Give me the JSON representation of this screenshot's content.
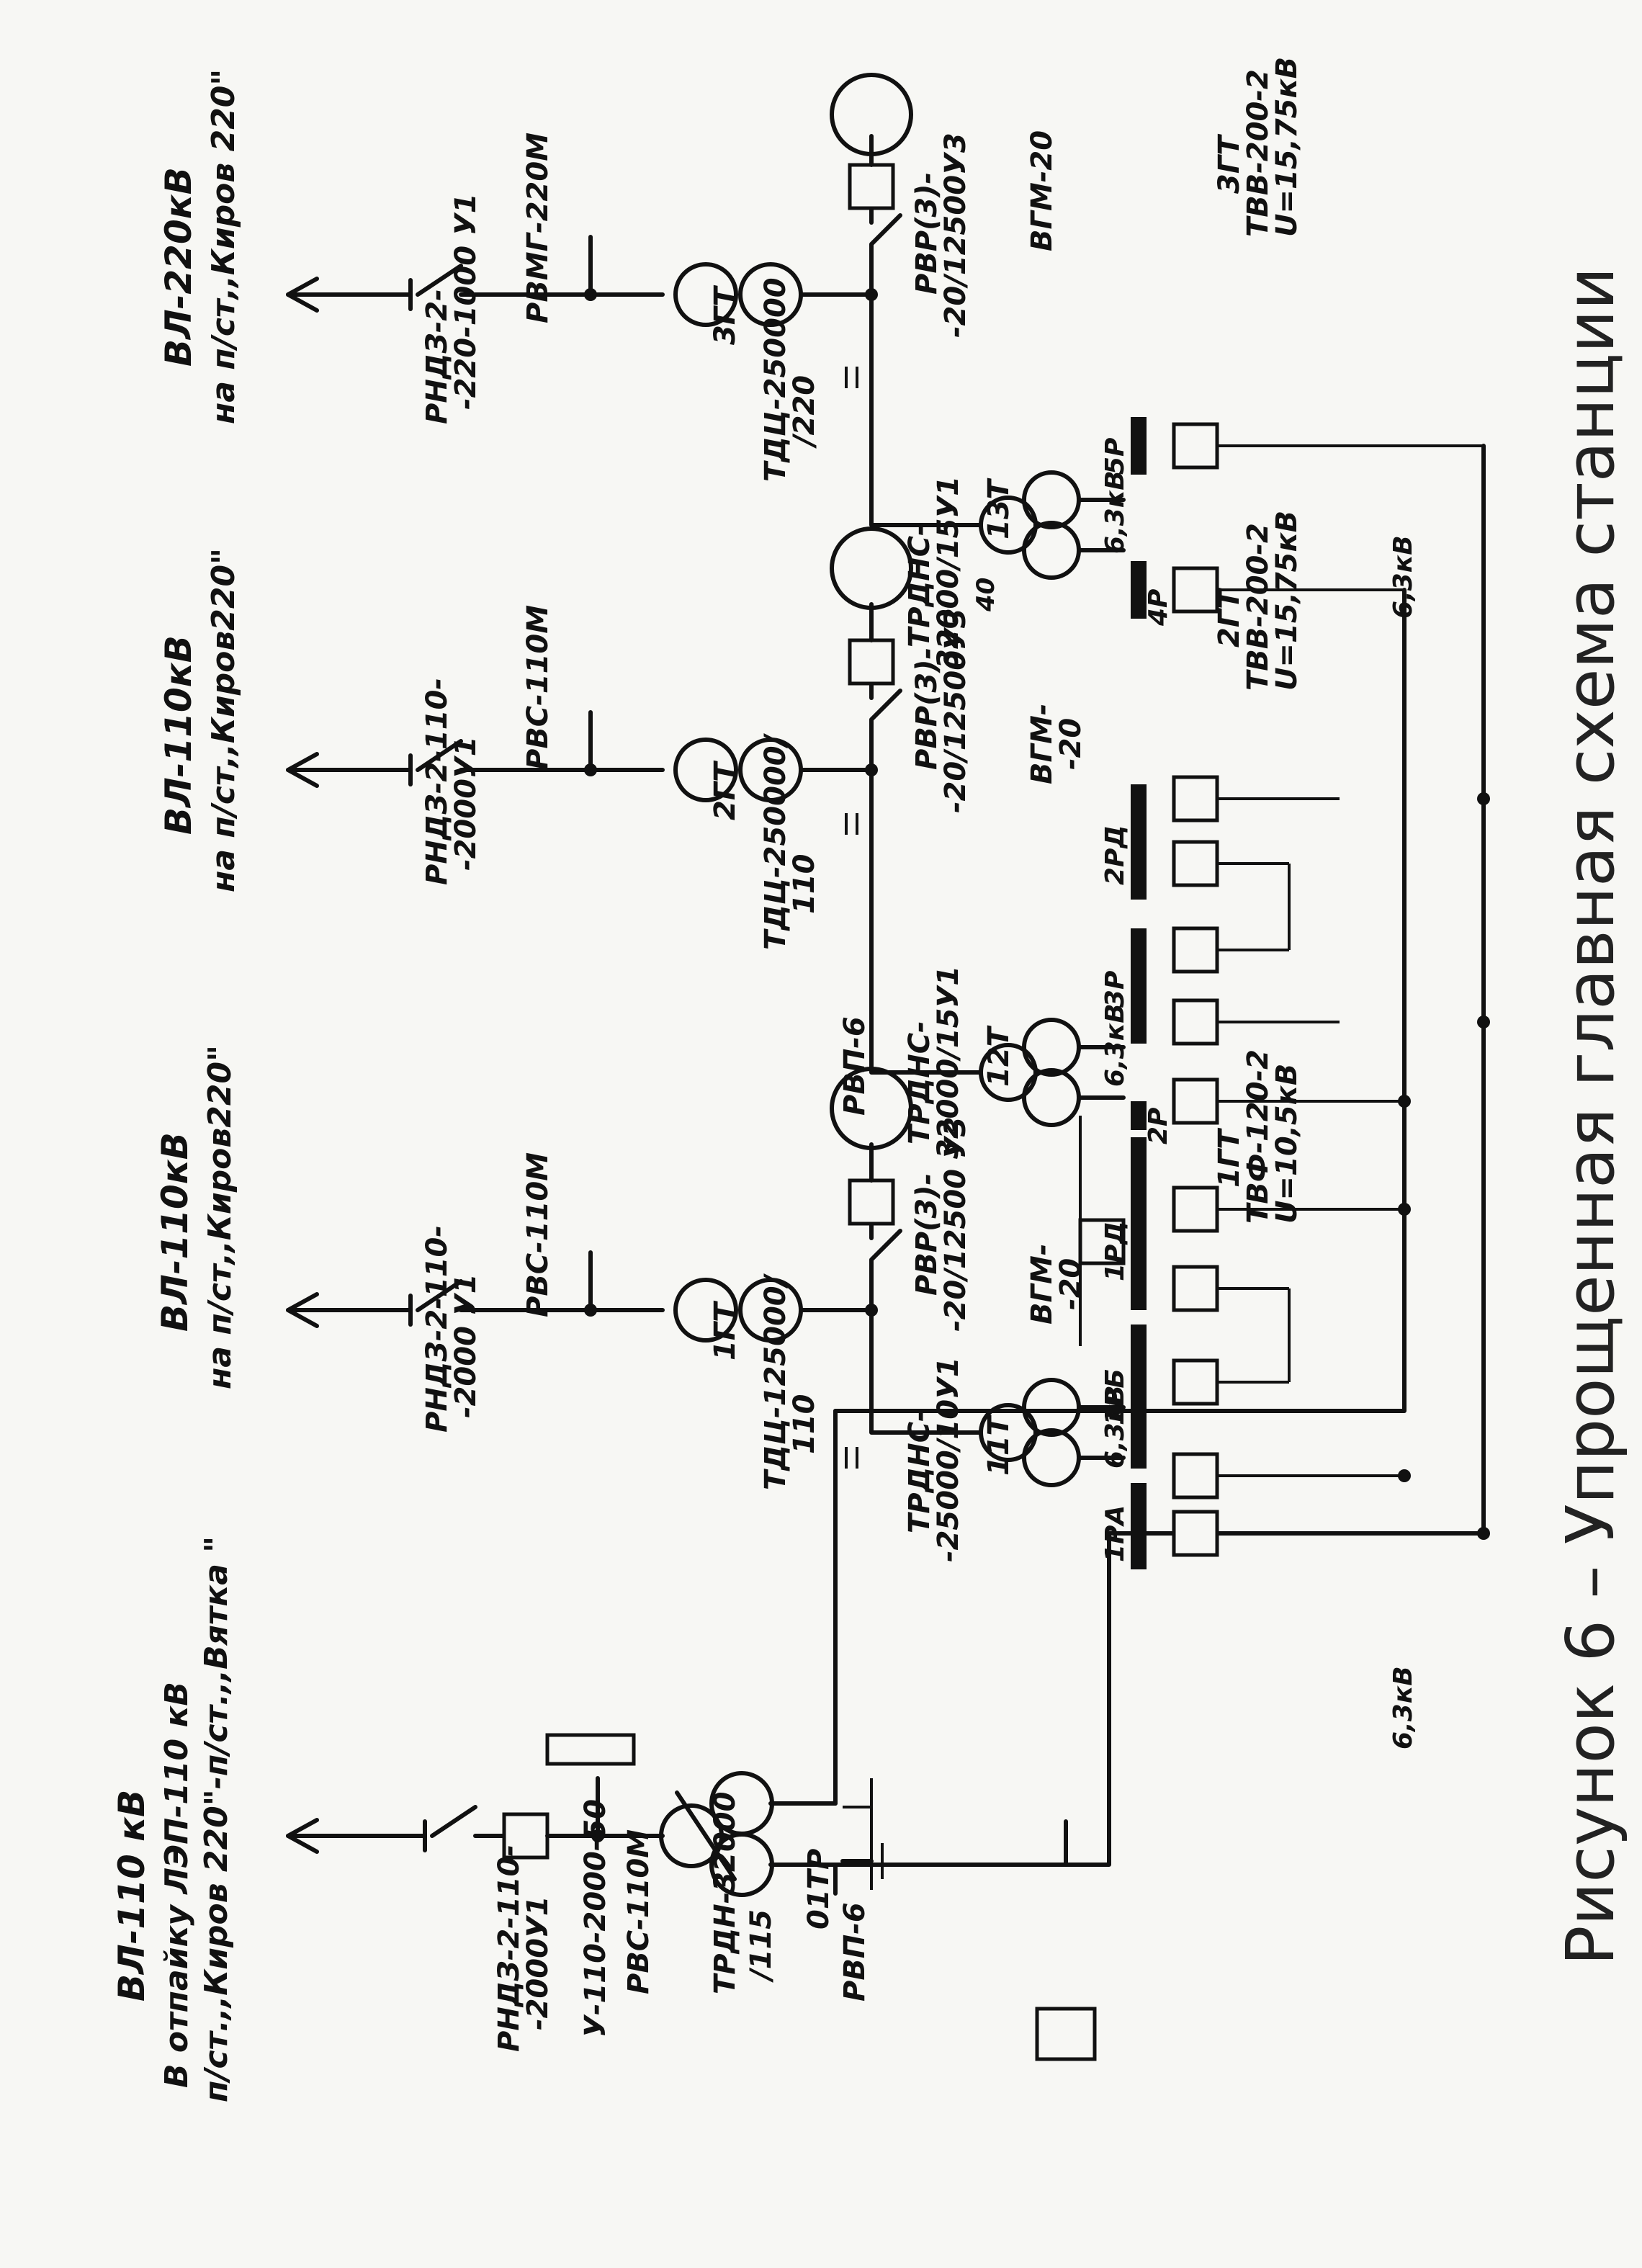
{
  "caption": "Рисунок 6 – Упрощенная главная схема станции",
  "handwritten_note": "40",
  "lines": [
    {
      "title": "ВЛ-110 кВ",
      "sub1": "В отпайку ЛЭП-110 кВ",
      "sub2": "п/ст.,,Киров 220\"-п/ст.,,Вятка \""
    },
    {
      "title": "ВЛ-110кВ",
      "sub1": "на п/ст,,Киров220\""
    },
    {
      "title": "ВЛ-110кВ",
      "sub1": "на п/ст,,Киров220\""
    },
    {
      "title": "ВЛ-220кВ",
      "sub1": "на п/ст,,Киров 220\""
    }
  ],
  "bay1": {
    "disconnector": "РНДЗ-2-110-",
    "disconnector2": "-2000У1",
    "breaker": "У-110-2000-50",
    "arrester": "РВС-110М",
    "transformer": "ТРДН-32000",
    "transformer2": "/115",
    "trafo_name": "01ТР",
    "arrester_lv1": "РВП-6",
    "arrester_lv2": "РВП-6"
  },
  "bay2": {
    "disconnector": "РНДЗ-2-110-",
    "disconnector2": "-2000 У1",
    "arrester": "РВС-110М",
    "transformer": "ТДЦ-125000/",
    "transformer2": "110",
    "trafo_name": "1ГТ",
    "gen_disconnector": "РВР(3)-",
    "gen_disconnector2": "-20/12500 У3",
    "gen_breaker": "ВГМ-",
    "gen_breaker2": "-20",
    "generator_name": "1ГТ",
    "generator_type": "ТВФ-120-2",
    "generator_u": "U=10,5кВ",
    "aux_trafo": "ТРДНС-",
    "aux_trafo2": "-25000/10У1",
    "aux_trafo_name": "11Т",
    "aux_kv": "6,3кВ",
    "sec_a": "1РА",
    "sec_b": "1РБ",
    "sec_d": "1РД",
    "kv_label": "6,3кВ"
  },
  "bay3": {
    "disconnector": "РНДЗ-2-110-",
    "disconnector2": "-2000У1",
    "arrester": "РВС-110М",
    "transformer": "ТДЦ-250000/",
    "transformer2": "110",
    "trafo_name": "2ГТ",
    "gen_disconnector": "РВР(3)-",
    "gen_disconnector2": "-20/12500У3",
    "gen_breaker": "ВГМ-",
    "gen_breaker2": "-20",
    "generator_name": "2ГТ",
    "generator_type": "ТВВ-200-2",
    "generator_u": "U=15,75кВ",
    "aux_trafo": "ТРДНС-",
    "aux_trafo2": "32000/15У1",
    "aux_trafo_name": "12Т",
    "aux_kv": "6,3кВ",
    "sec_a": "2Р",
    "sec_b": "3Р",
    "sec_d": "2РД"
  },
  "bay4": {
    "disconnector": "РНДЗ-2-",
    "disconnector2": "-220-1000 У1",
    "arrester": "РВМГ-220М",
    "transformer": "ТДЦ-250000",
    "transformer2": "/220",
    "trafo_name": "3ГТ",
    "gen_disconnector": "РВР(3)-",
    "gen_disconnector2": "-20/12500У3",
    "gen_breaker": "ВГМ-20",
    "generator_name": "3ГТ",
    "generator_type": "ТВВ-200-2",
    "generator_u": "U=15,75кВ",
    "aux_trafo": "ТРДНС-",
    "aux_trafo2": "32000/15У1",
    "aux_trafo_name": "13Т",
    "aux_kv": "6,3кВ",
    "sec_a": "4Р",
    "sec_b": "5Р",
    "kv_label": "6,3кВ"
  }
}
